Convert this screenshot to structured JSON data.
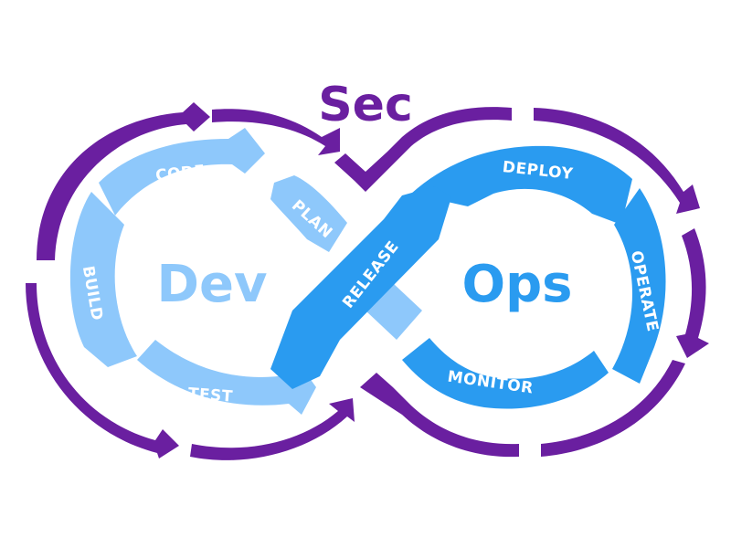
{
  "title": "Sec",
  "center_left": "Dev",
  "center_right": "Ops",
  "stages": {
    "code": "CODE",
    "plan": "PLAN",
    "build": "BUILD",
    "test": "TEST",
    "release": "RELEASE",
    "deploy": "DEPLOY",
    "operate": "OPERATE",
    "monitor": "MONITOR"
  },
  "colors": {
    "sec_purple": "#6a1fa0",
    "dev_light_blue": "#8ec8fb",
    "ops_blue": "#2a9bf0",
    "background": "#ffffff"
  }
}
